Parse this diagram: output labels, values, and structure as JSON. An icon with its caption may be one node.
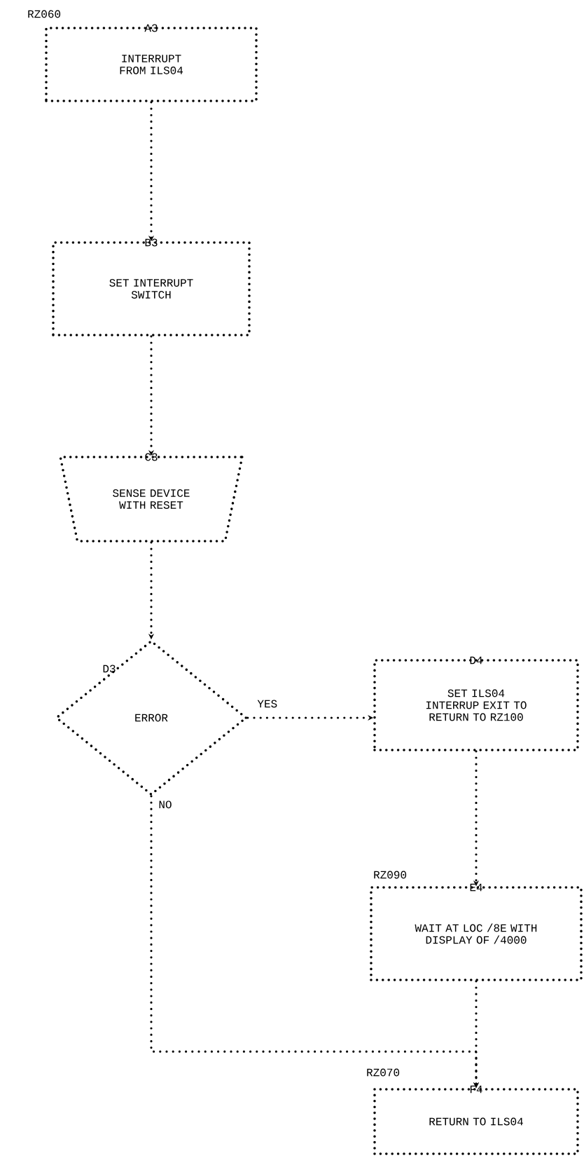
{
  "diagram": {
    "nodes": [
      {
        "text": [
          "A3",
          "INTERRUPT FROM ILS04"
        ]
      },
      {
        "text": [
          "B3",
          "SET INTERRUPT SWITCH"
        ]
      },
      {
        "text": [
          "C3",
          "SENSE DEVICE WITH RESET"
        ]
      },
      {
        "text": [
          "D3",
          "ERROR"
        ]
      },
      {
        "text": [
          "D4",
          "SET ILS04 INTERRUP EXIT TO RETURN TO RZ100"
        ]
      },
      {
        "text": [
          "E4",
          "WAIT AT LOC /8E WITH DISPLAY OF /4000"
        ],
        "beside": [
          "RZ090"
        ]
      },
      {
        "text": [
          "F4",
          "RETURN TO ILS04"
        ],
        "beside": [
          "RZ070"
        ]
      }
    ],
    "edges": [
      {
        "from": 0,
        "to": 1,
        "arrow": "to"
      },
      {
        "from": 1,
        "to": 2,
        "arrow": "to"
      },
      {
        "from": 2,
        "to": 3,
        "arrow": "to"
      },
      {
        "from": 3,
        "to": 4,
        "arrow": "to",
        "label": "YES"
      },
      {
        "from": 4,
        "to": 5,
        "arrow": "to"
      },
      {
        "from": 5,
        "to": 6,
        "arrow": "to"
      },
      {
        "from": 3,
        "to": 6,
        "arrow": "to",
        "label": "NO"
      }
    ],
    "labels": [
      "RZ060"
    ]
  }
}
